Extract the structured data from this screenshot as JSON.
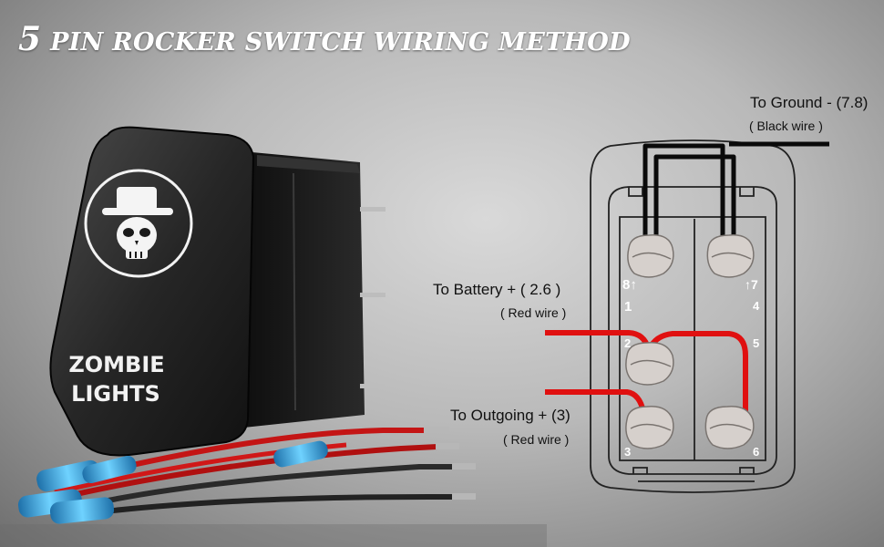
{
  "title": {
    "number": "5",
    "text": "PIN ROCKER SWITCH WIRING METHOD"
  },
  "switch_label": {
    "line1": "ZOMBIE",
    "line2": "LIGHTS"
  },
  "labels": {
    "ground": "To Ground - (7.8)",
    "ground_wire": "( Black wire )",
    "battery": "To Battery + ( 2.6 )",
    "battery_wire": "( Red wire )",
    "outgoing": "To Outgoing + (3)",
    "outgoing_wire": "( Red wire )"
  },
  "pins": {
    "p8": "8↑",
    "p7": "↑7",
    "p1": "1",
    "p4": "4",
    "p2": "2",
    "p5": "5",
    "p3": "3",
    "p6": "6"
  },
  "colors": {
    "red_wire": "#e01010",
    "black_wire": "#0a0a0a",
    "rocker": "#1c1c1c",
    "terminal": "#d6d0cc",
    "housing_line": "#222222"
  }
}
